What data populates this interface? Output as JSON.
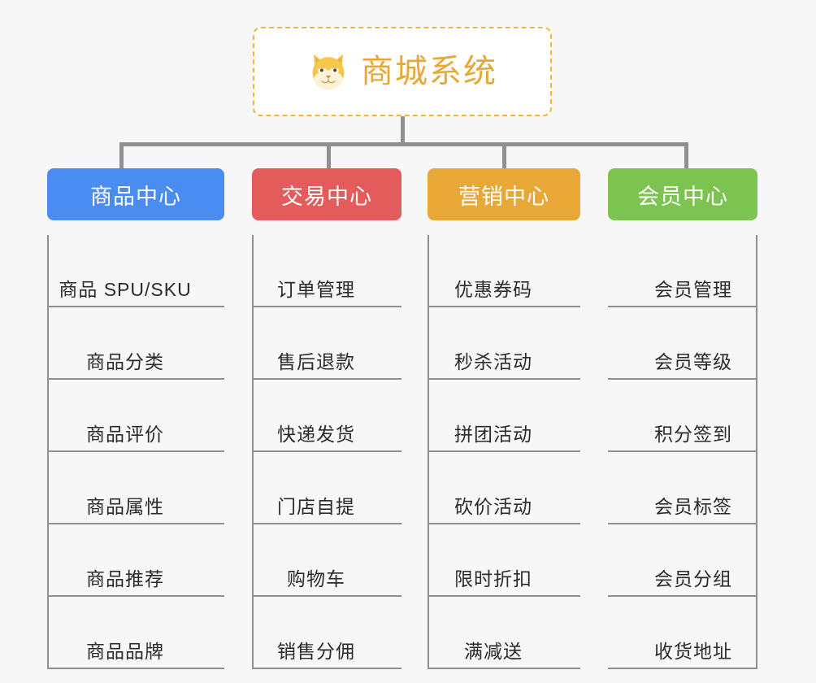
{
  "root": {
    "title": "商城系统",
    "icon": "shiba-dog-icon",
    "border_color": "#f0b642",
    "title_color": "#e8a838",
    "background": "#ffffff"
  },
  "canvas": {
    "background": "#f7f7f7",
    "connector_color": "#909090"
  },
  "columns": [
    {
      "id": "product-center",
      "label": "商品中心",
      "color": "#4a8cf0",
      "spine": "left",
      "items": [
        "商品 SPU/SKU",
        "商品分类",
        "商品评价",
        "商品属性",
        "商品推荐",
        "商品品牌"
      ]
    },
    {
      "id": "trade-center",
      "label": "交易中心",
      "color": "#e35b5b",
      "spine": "left",
      "items": [
        "订单管理",
        "售后退款",
        "快递发货",
        "门店自提",
        "购物车",
        "销售分佣"
      ]
    },
    {
      "id": "marketing-center",
      "label": "营销中心",
      "color": "#e8a838",
      "spine": "left",
      "items": [
        "优惠券码",
        "秒杀活动",
        "拼团活动",
        "砍价活动",
        "限时折扣",
        "满减送"
      ]
    },
    {
      "id": "member-center",
      "label": "会员中心",
      "color": "#7cc champion"
    }
  ]
}
